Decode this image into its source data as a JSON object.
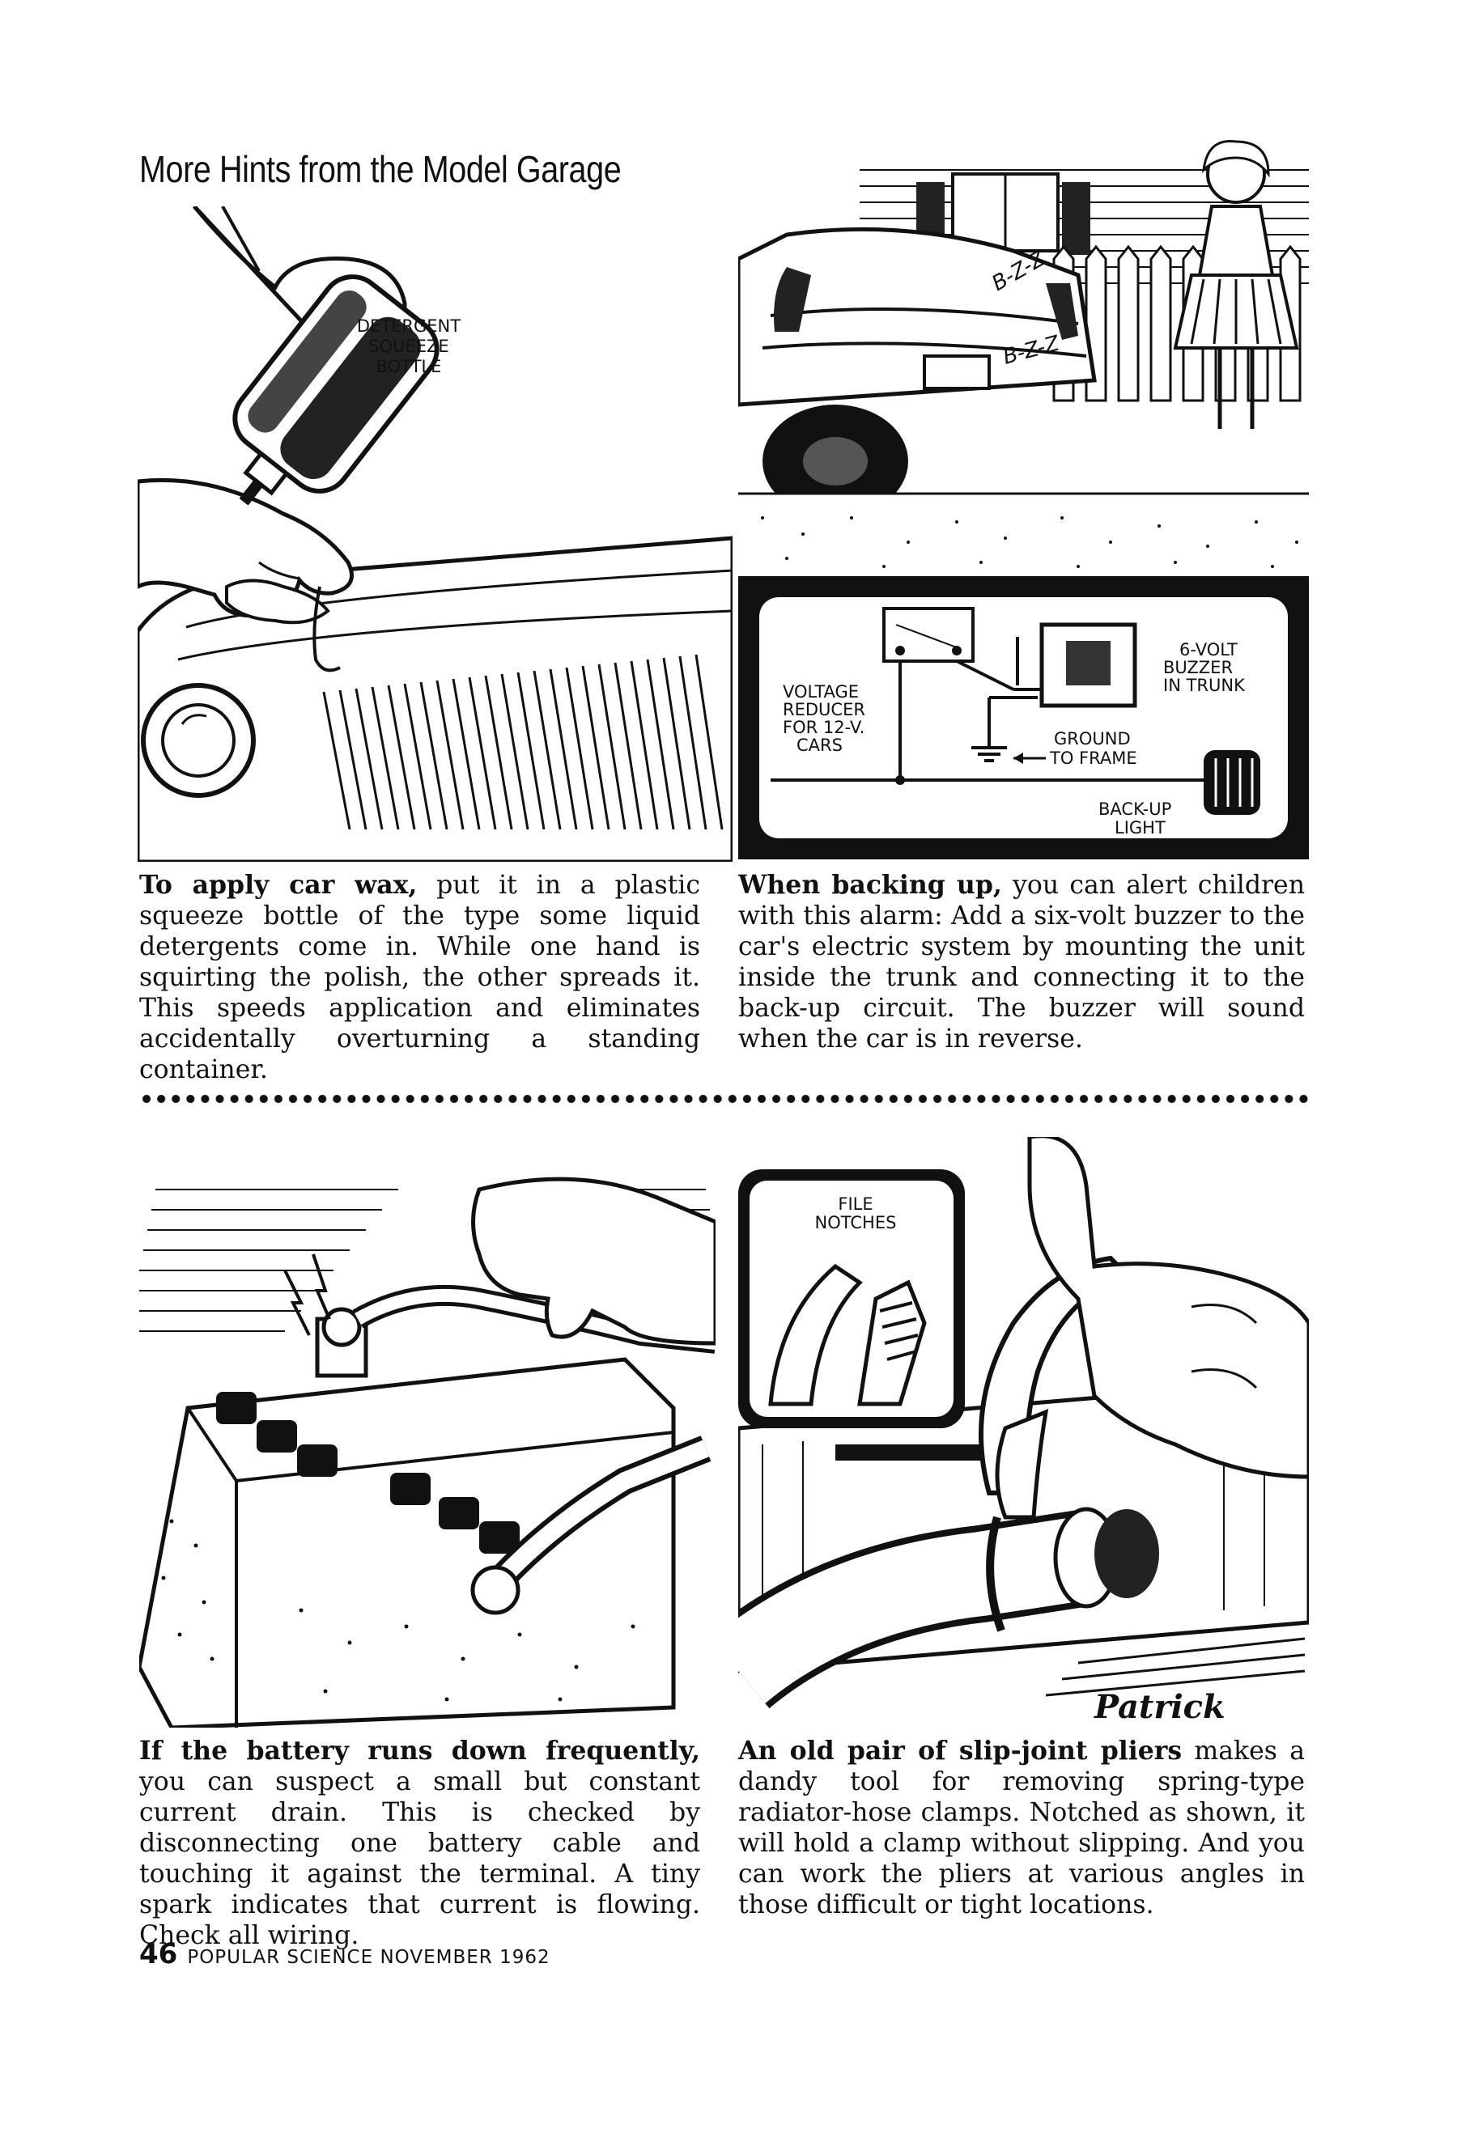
{
  "header": {
    "title": "More Hints from the Model Garage"
  },
  "panels": [
    {
      "labels": [
        "DETERGENT",
        "SQUEEZE",
        "BOTTLE"
      ],
      "caption_lead": "To apply car wax,",
      "caption_text": " put it in a plastic squeeze bottle of the type some liquid detergents come in. While one hand is squirting the polish, the other spreads it. This speeds application and eliminates accidentally overturning a standing container."
    },
    {
      "sound_labels": [
        "B-Z-Z",
        "B-Z-Z"
      ],
      "inset": {
        "reducer_label": [
          "VOLTAGE",
          "REDUCER",
          "FOR 12-V.",
          "CARS"
        ],
        "buzzer_label": [
          "6-VOLT",
          "BUZZER",
          "IN TRUNK"
        ],
        "ground_label": [
          "GROUND",
          "TO FRAME"
        ],
        "light_label": [
          "BACK-UP",
          "LIGHT"
        ]
      },
      "caption_lead": "When backing up,",
      "caption_text": " you can alert children with this alarm: Add a six-volt buzzer to the car's electric system by mounting the unit inside the trunk and connecting it to the back-up circuit. The buzzer will sound when the car is in reverse."
    },
    {
      "caption_lead": "If the battery runs down frequently,",
      "caption_text": " you can suspect a small but constant current drain. This is checked by disconnecting one battery cable and touching it against the terminal. A tiny spark indicates that current is flowing. Check all wiring."
    },
    {
      "inset_label": [
        "FILE",
        "NOTCHES"
      ],
      "signature": "Patrick",
      "caption_lead": "An old pair of slip-joint pliers",
      "caption_text": " makes a dandy tool for removing spring-type radiator-hose clamps. Notched as shown, it will hold a clamp without slipping. And you can work the pliers at various angles in those difficult or tight locations."
    }
  ],
  "footer": {
    "page_number": "46",
    "publication": "POPULAR SCIENCE NOVEMBER 1962"
  }
}
